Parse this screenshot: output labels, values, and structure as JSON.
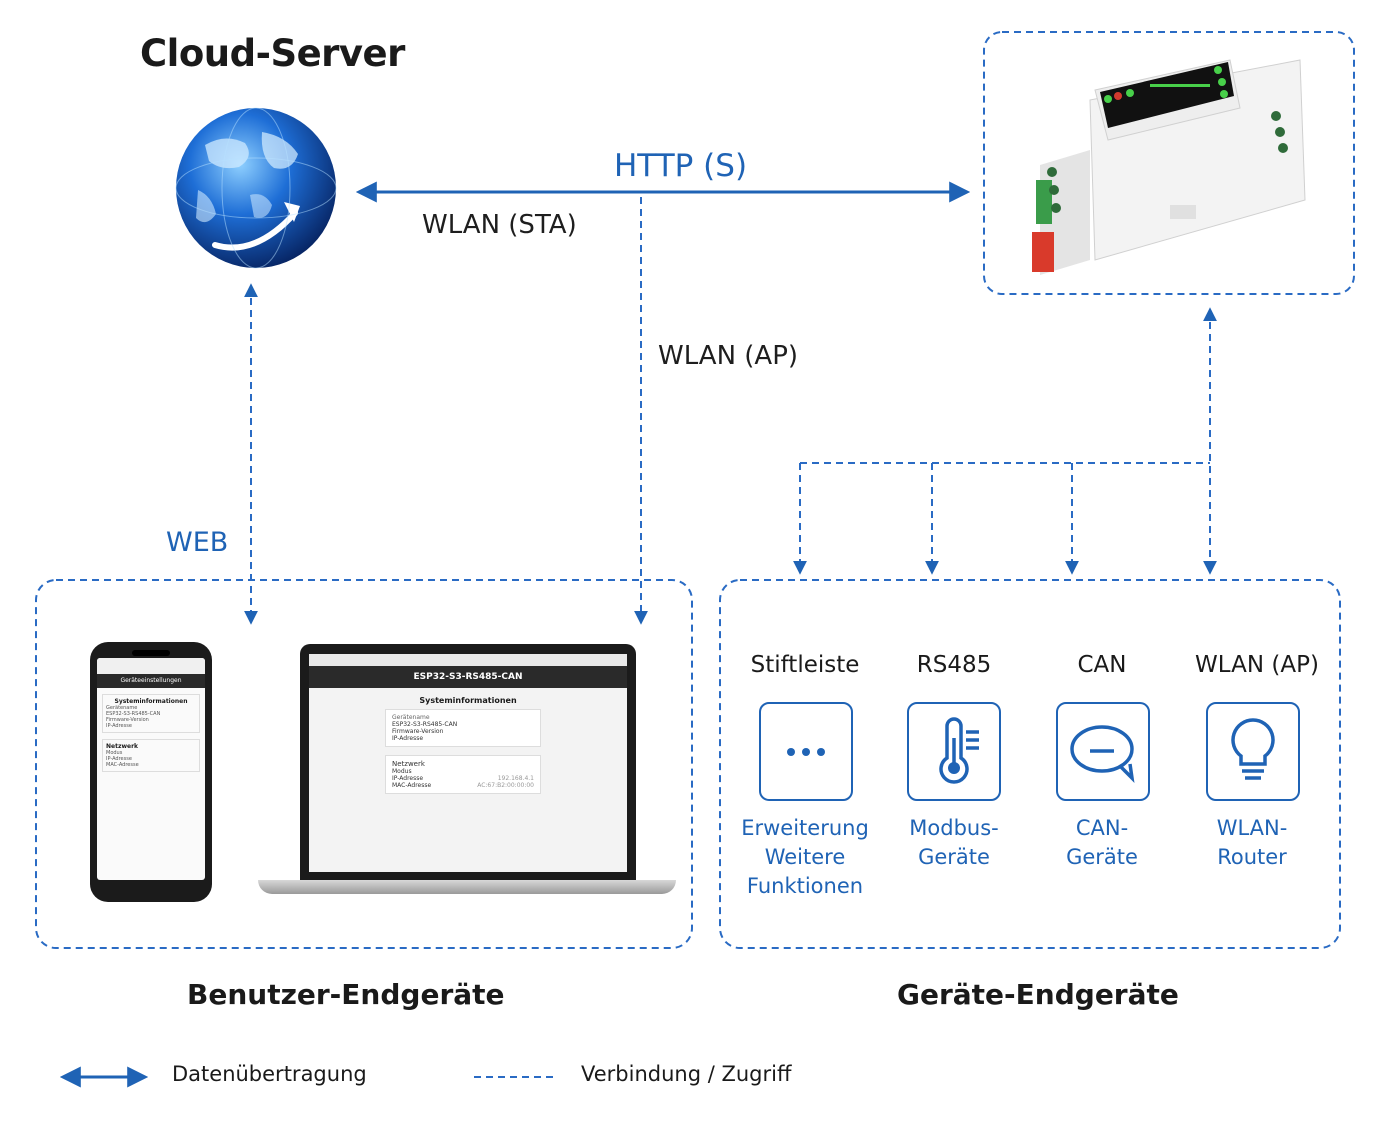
{
  "cloud": {
    "title": "Cloud-Server"
  },
  "links": {
    "http": "HTTP (S)",
    "wlan_sta": "WLAN (STA)",
    "wlan_ap": "WLAN (AP)",
    "web": "WEB"
  },
  "groups": {
    "user": {
      "title": "Benutzer-Endgeräte"
    },
    "device": {
      "title": "Geräte-Endgeräte"
    }
  },
  "phone_screen": {
    "header": "Geräteeinstellungen",
    "section1": "Systeminformationen",
    "rows": [
      "Gerätename",
      "ESP32-S3-RS485-CAN",
      "Firmware-Version",
      "IP-Adresse"
    ],
    "section2": "Netzwerk",
    "rows2": [
      "Modus",
      "IP-Adresse",
      "MAC-Adresse"
    ]
  },
  "laptop_screen": {
    "title": "ESP32-S3-RS485-CAN",
    "section1": "Systeminformationen",
    "rows": [
      "Gerätename",
      "ESP32-S3-RS485-CAN",
      "Firmware-Version",
      "IP-Adresse"
    ],
    "section2": "Netzwerk",
    "rows2": [
      "Modus",
      "IP-Adresse",
      "MAC-Adresse"
    ],
    "values2": [
      "",
      "192.168.4.1",
      "AC:67:B2:00:00:00"
    ]
  },
  "devices": [
    {
      "label": "Stiftleiste",
      "sub": [
        "Erweiterung",
        "Weitere",
        "Funktionen"
      ],
      "icon": "more-dots-icon"
    },
    {
      "label": "RS485",
      "sub": [
        "Modbus-",
        "Geräte"
      ],
      "icon": "thermometer-icon"
    },
    {
      "label": "CAN",
      "sub": [
        "CAN-",
        "Geräte"
      ],
      "icon": "chat-bubble-icon"
    },
    {
      "label": "WLAN (AP)",
      "sub": [
        "WLAN-",
        "Router"
      ],
      "icon": "lightbulb-icon"
    }
  ],
  "legend": {
    "solid": "Datenübertragung",
    "dashed": "Verbindung / Zugriff"
  },
  "colors": {
    "accent": "#1f63b5",
    "dashed": "#2a6bc4"
  }
}
